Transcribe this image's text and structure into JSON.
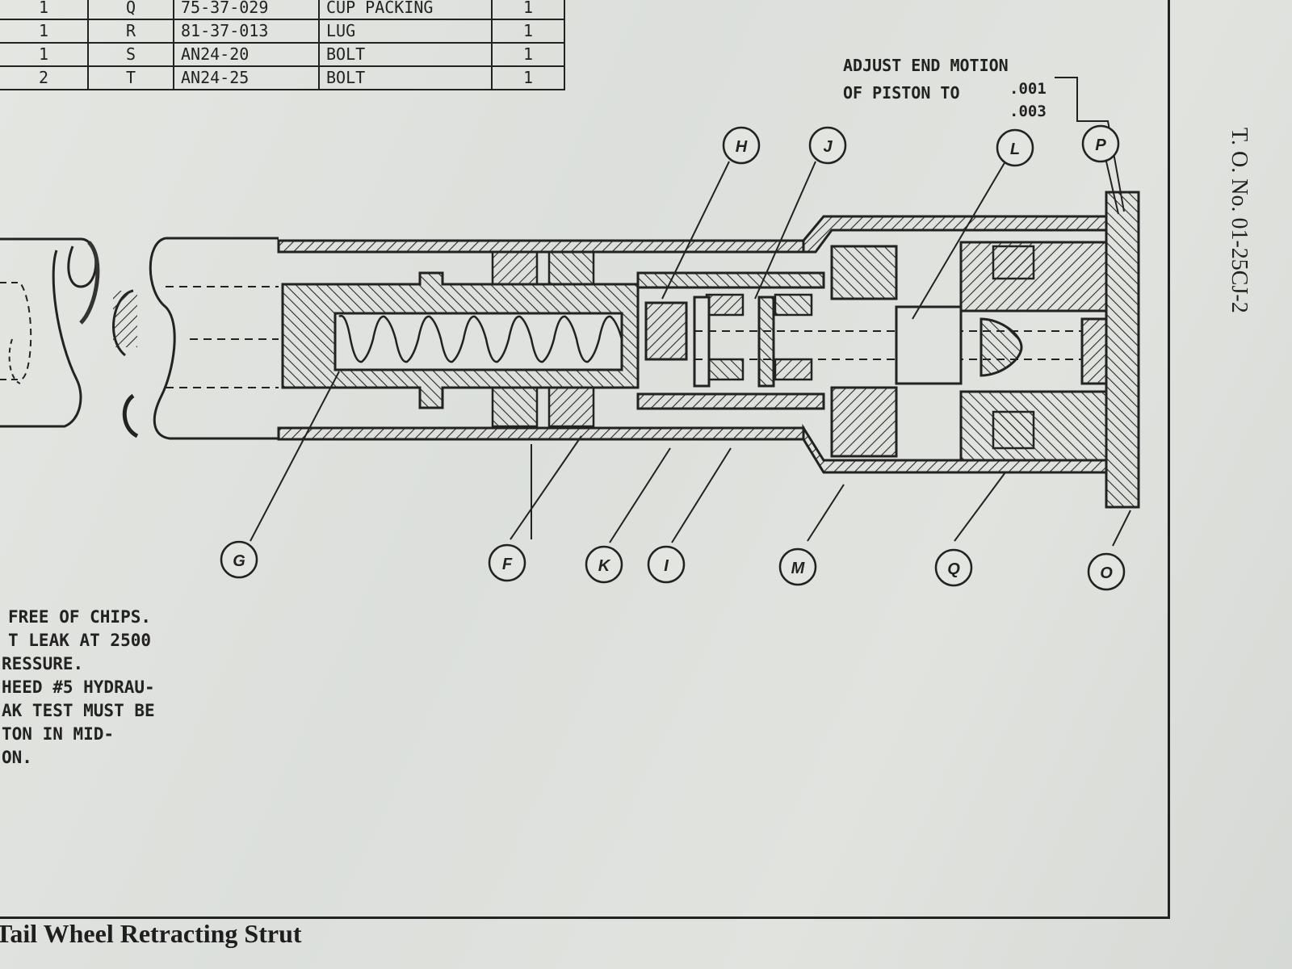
{
  "parts_table": {
    "rows": [
      [
        "1",
        "Q",
        "75-37-029",
        "CUP PACKING",
        "1"
      ],
      [
        "1",
        "R",
        "81-37-013",
        "LUG",
        "1"
      ],
      [
        "1",
        "S",
        "AN24-20",
        "BOLT",
        "1"
      ],
      [
        "2",
        "T",
        "AN24-25",
        "BOLT",
        "1"
      ]
    ]
  },
  "end_motion_note": {
    "line1": "ADJUST END MOTION",
    "line2": "OF PISTON TO",
    "tol_upper": ".001",
    "tol_lower": ".003"
  },
  "document_number": "T. O. No. 01-25CJ-2",
  "notes": [
    "FREE OF CHIPS.",
    "T LEAK AT 2500",
    "RESSURE.",
    "HEED #5 HYDRAU-",
    "AK TEST MUST BE",
    "TON IN MID-",
    "ON."
  ],
  "caption": "Tail Wheel Retracting Strut",
  "callouts": {
    "top": [
      "H",
      "J",
      "L",
      "P"
    ],
    "bottom": [
      "G",
      "F",
      "K",
      "I",
      "M",
      "Q",
      "O"
    ]
  }
}
